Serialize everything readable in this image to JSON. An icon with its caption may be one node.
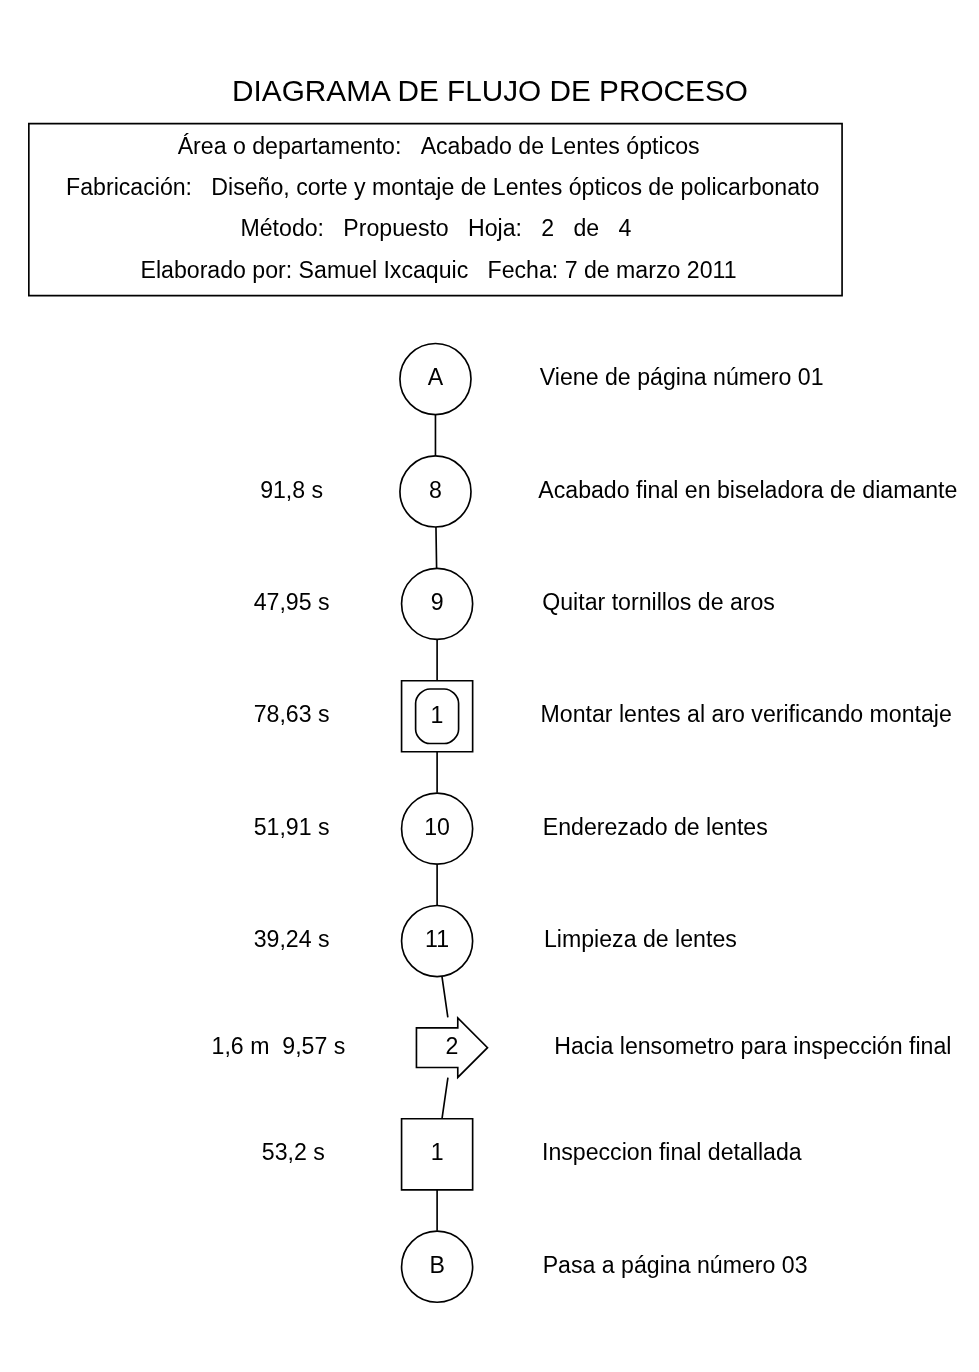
{
  "diagram": {
    "title": "DIAGRAMA DE FLUJO DE PROCESO",
    "labels": [
      "Área o departamento:",
      "Acabado de Lentes ópticos",
      "Fabricación:",
      "Diseño, corte y montaje de Lentes ópticos de policarbonato",
      "Método:",
      "Propuesto",
      "Hoja:",
      "2",
      "de",
      "4",
      "Elaborado por: Samuel Ixcaquic",
      "Fecha: 7 de marzo 2011"
    ],
    "nodes": [
      {
        "text": [
          "A"
        ],
        "beside": [
          "Viene de página número 01"
        ]
      },
      {
        "text": [
          "8"
        ],
        "beside": [
          "91,8 s",
          "Acabado final en biseladora de diamante"
        ]
      },
      {
        "text": [
          "9"
        ],
        "beside": [
          "47,95 s",
          "Quitar tornillos de aros"
        ]
      },
      {
        "text": [
          "1"
        ],
        "beside": [
          "78,63 s",
          "Montar lentes al aro verificando montaje"
        ]
      },
      {
        "text": [
          "10"
        ],
        "beside": [
          "51,91 s",
          "Enderezado de lentes"
        ]
      },
      {
        "text": [
          "11"
        ],
        "beside": [
          "39,24 s",
          "Limpieza de lentes"
        ]
      },
      {
        "text": [
          "2"
        ],
        "beside": [
          "1,6 m",
          "9,57 s",
          "Hacia lensometro para inspección final"
        ]
      },
      {
        "text": [
          "1"
        ],
        "beside": [
          "53,2 s",
          "Inspeccion final detallada"
        ]
      },
      {
        "text": [
          "B"
        ],
        "beside": [
          "Pasa a página número 03"
        ]
      }
    ],
    "edges": [
      {
        "from": 0,
        "to": 1,
        "arrow": "none"
      },
      {
        "from": 1,
        "to": 2,
        "arrow": "none"
      },
      {
        "from": 2,
        "to": 3,
        "arrow": "none"
      },
      {
        "from": 3,
        "to": 4,
        "arrow": "none"
      },
      {
        "from": 4,
        "to": 5,
        "arrow": "none"
      },
      {
        "from": 5,
        "to": 6,
        "arrow": "none"
      },
      {
        "from": 6,
        "to": 7,
        "arrow": "none"
      },
      {
        "from": 7,
        "to": 8,
        "arrow": "none"
      }
    ]
  }
}
